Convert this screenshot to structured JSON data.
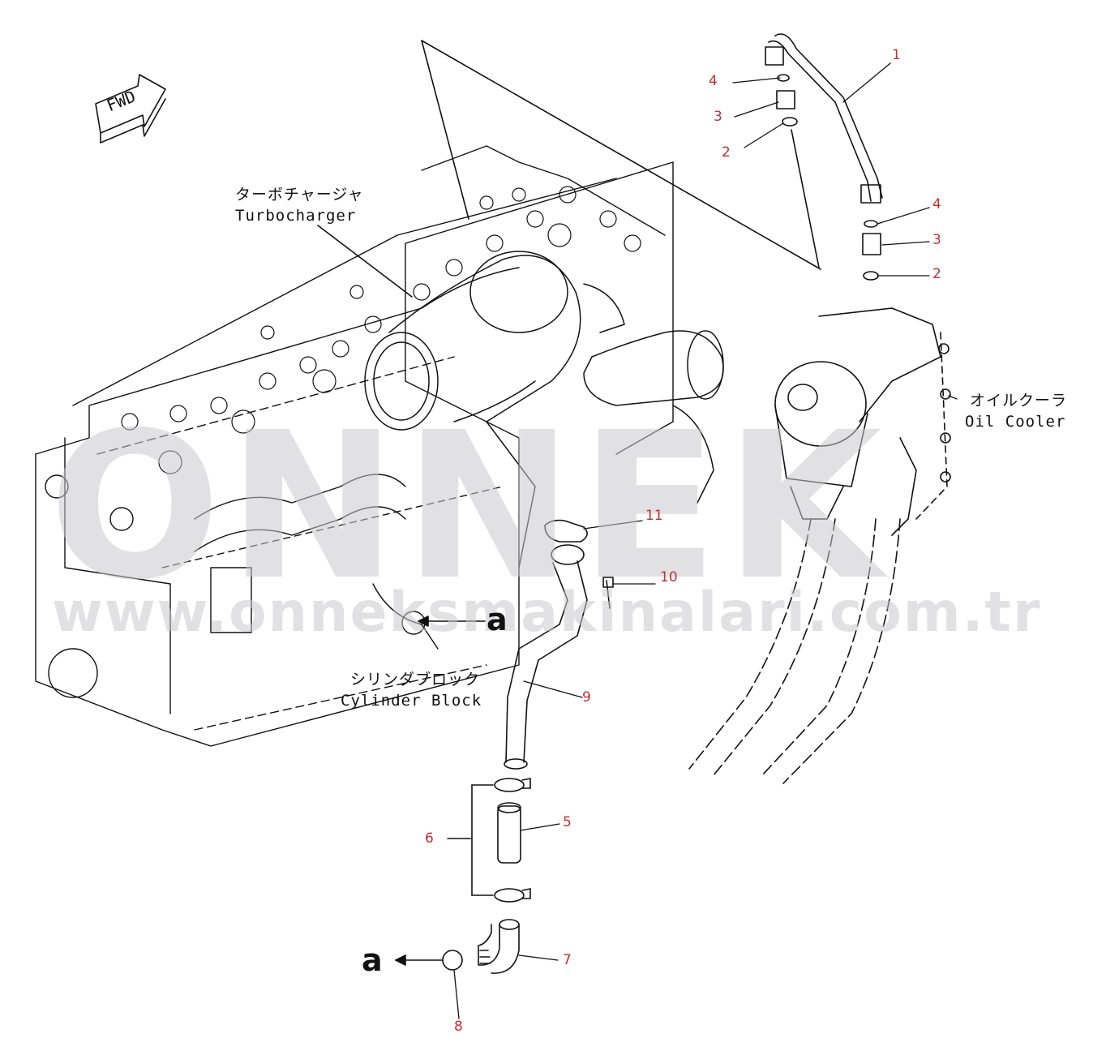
{
  "watermark": {
    "brand": "ONNEK",
    "url": "www.onneksmakinalari.com.tr"
  },
  "direction_marker": {
    "text": "FWD"
  },
  "components": {
    "turbocharger": {
      "jp": "ターボチャージャ",
      "en": "Turbocharger"
    },
    "oil_cooler": {
      "jp": "オイルクーラ",
      "en": "Oil Cooler"
    },
    "cylinder_block": {
      "jp": "シリンダブロック",
      "en": "Cylinder Block"
    }
  },
  "reference_marks": {
    "upper": "a",
    "lower": "a"
  },
  "callouts": [
    "1",
    "4",
    "3",
    "2",
    "4",
    "3",
    "2",
    "11",
    "10",
    "9",
    "5",
    "6",
    "7",
    "8"
  ],
  "colors": {
    "callout": "#c0302f",
    "line": "#111111",
    "watermark": "#c9c9cf"
  }
}
